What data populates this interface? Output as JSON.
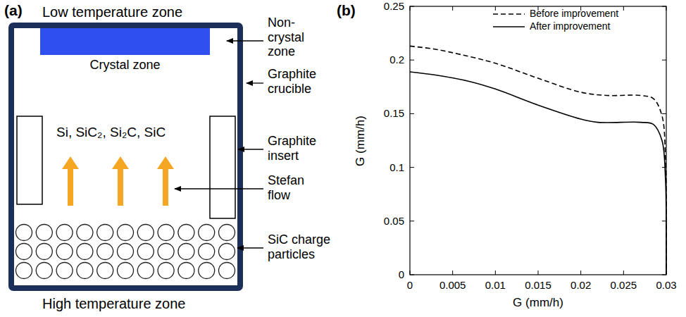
{
  "diagram": {
    "nodes": [
      {
        "text": [
          "Crystal zone"
        ]
      }
    ],
    "labels": [
      "(a)",
      "Low temperature zone",
      "Non-crystal zone",
      "Graphite crucible",
      "Si, SiC₂, Si₂C, SiC",
      "Graphite insert",
      "Stefan flow",
      "SiC charge particles",
      "High temperature zone",
      "(b)",
      "0",
      "0.05",
      "0.1",
      "0.15",
      "0.2",
      "0.25",
      "0",
      "0.005",
      "0.01",
      "0.015",
      "0.02",
      "0.025",
      "0.03",
      "G (mm/h)",
      "G (mm/h)"
    ],
    "legend": [
      {
        "text": "Before improvement"
      },
      {
        "text": "After improvement"
      }
    ]
  }
}
